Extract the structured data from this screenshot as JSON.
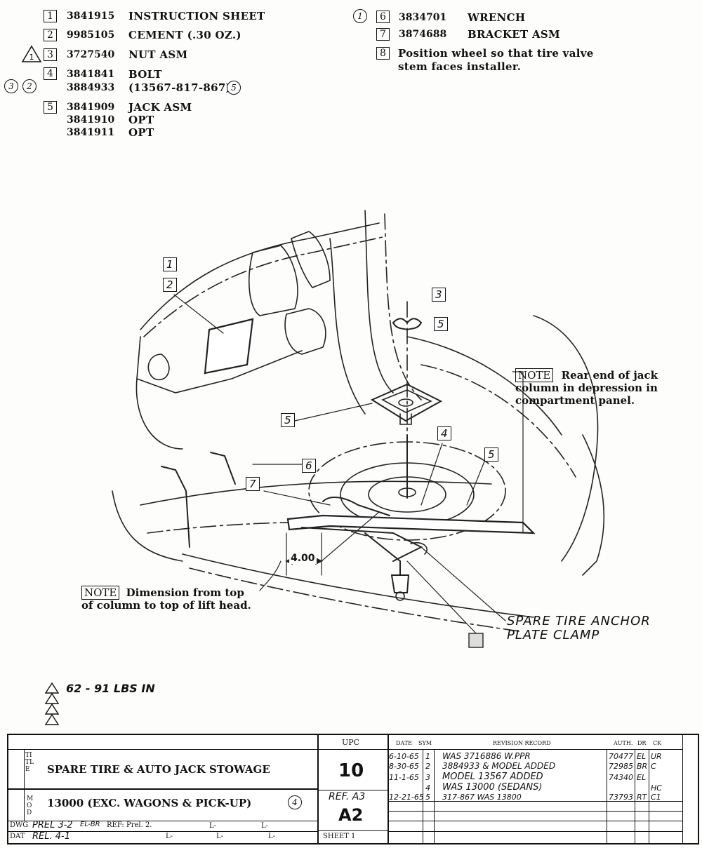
{
  "parts_left": [
    {
      "num": "1",
      "part": "3841915",
      "desc": "INSTRUCTION SHEET"
    },
    {
      "num": "2",
      "part": "9985105",
      "desc": "CEMENT (.30 OZ.)"
    },
    {
      "num": "3",
      "part": "3727540",
      "desc": "NUT ASM",
      "flag": "1"
    },
    {
      "num": "4",
      "part": "3841841",
      "desc": "BOLT",
      "part2": "3884933",
      "desc2": "(13567-817-867)",
      "desc2_circle": "5",
      "left_circles": [
        "3",
        "2"
      ]
    },
    {
      "num": "5",
      "part": "3841909",
      "desc": "JACK ASM",
      "extra": [
        {
          "part": "3841910",
          "desc": "OPT"
        },
        {
          "part": "3841911",
          "desc": "OPT"
        }
      ]
    }
  ],
  "parts_right": [
    {
      "num": "6",
      "part": "3834701",
      "desc": "WRENCH",
      "circle": "1"
    },
    {
      "num": "7",
      "part": "3874688",
      "desc": "BRACKET ASM"
    },
    {
      "num": "8",
      "desc_line1": "Position wheel so that tire valve",
      "desc_line2": "stem faces installer."
    }
  ],
  "callouts": {
    "c1": "1",
    "c2": "2",
    "c3": "3",
    "c5a": "5",
    "c5b": "5",
    "c5c": "5",
    "c4": "4",
    "c6": "6",
    "c7": "7"
  },
  "notes": {
    "jack_note_label": "NOTE",
    "jack_note_line1": "Rear end of jack",
    "jack_note_line2": "column in depression in",
    "jack_note_line3": "compartment panel.",
    "dim_note_label": "NOTE",
    "dim_note_line1": "Dimension from top",
    "dim_note_line2": "of column to top of lift head.",
    "dimension": "4.00",
    "anchor_line1": "SPARE TIRE ANCHOR",
    "anchor_line2": "PLATE CLAMP",
    "torque": "62 - 91 LBS IN"
  },
  "title_block": {
    "upc_label": "UPC",
    "title_side": "TITLE",
    "title": "SPARE TIRE & AUTO JACK STOWAGE",
    "mod_side": "MOD",
    "model": "13000 (EXC. WAGONS & PICK-UP)",
    "model_circle": "4",
    "upc_value": "10",
    "ref_label": "REF. A3",
    "ref_value": "A2",
    "sheet": "SHEET 1",
    "dwg_label": "DWG",
    "dwg_value": "PREL 3-2",
    "dwg_init": "EL-BR",
    "dwg_ref": "REF: Prel. 2.",
    "date_label": "DAT",
    "date_value": "REL. 4-1",
    "l_mark": "L-",
    "rev_headers": {
      "date": "DATE",
      "sym": "SYM",
      "record": "REVISION RECORD",
      "auth": "AUTH.",
      "dr": "DR",
      "ck": "CK"
    },
    "revisions": [
      {
        "date": "6-10-65",
        "sym": "1",
        "record": "WAS 3716886 W.PPR",
        "auth": "70477",
        "dr": "EL",
        "ck": "UR"
      },
      {
        "date": "8-30-65",
        "sym": "2",
        "record": "3884933 & MODEL ADDED",
        "auth": "72985",
        "dr": "BR",
        "ck": "C"
      },
      {
        "date": "11-1-65",
        "sym": "3",
        "record": "MODEL 13567 ADDED",
        "auth": "74340",
        "dr": "EL",
        "ck": ""
      },
      {
        "date": "",
        "sym": "4",
        "record": "WAS 13000 (SEDANS)",
        "auth": "",
        "dr": "",
        "ck": "HC"
      },
      {
        "date": "12-21-65",
        "sym": "5",
        "record": "317-867 WAS 13800",
        "auth": "73793",
        "dr": "RT",
        "ck": "C1"
      }
    ]
  }
}
